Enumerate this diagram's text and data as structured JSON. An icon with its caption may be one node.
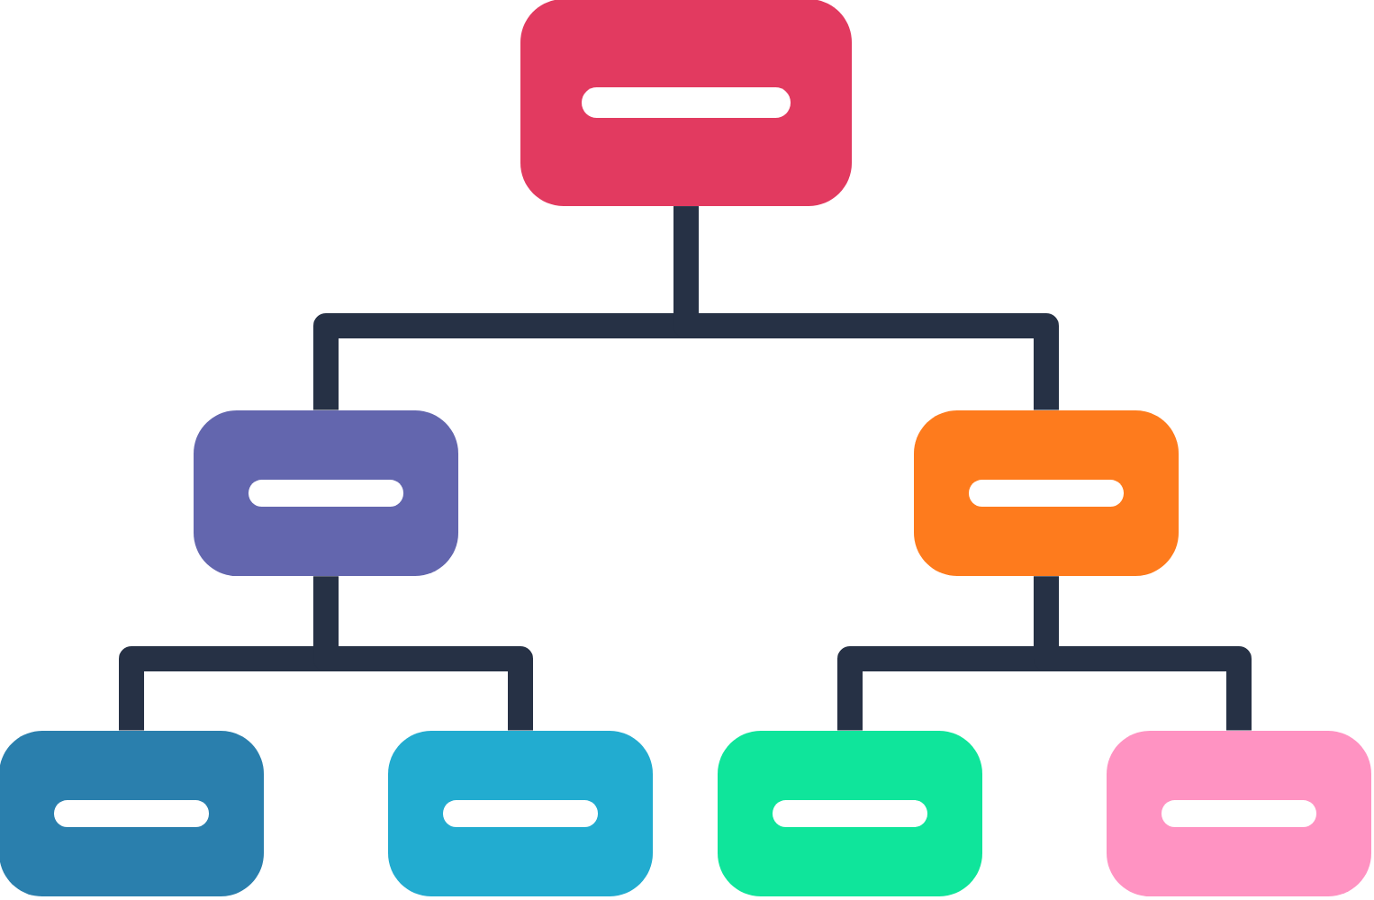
{
  "diagram": {
    "nodes": [
      {
        "text": [],
        "shape": "box"
      },
      {
        "text": [],
        "shape": "box"
      },
      {
        "text": [],
        "shape": "box"
      },
      {
        "text": [],
        "shape": "box"
      },
      {
        "text": [],
        "shape": "box"
      },
      {
        "text": [],
        "shape": "box"
      },
      {
        "text": [],
        "shape": "box"
      }
    ],
    "edges": [
      {
        "from": 0,
        "to": 1,
        "arrow": "none"
      },
      {
        "from": 0,
        "to": 2,
        "arrow": "none"
      },
      {
        "from": 1,
        "to": 3,
        "arrow": "none"
      },
      {
        "from": 1,
        "to": 4,
        "arrow": "none"
      },
      {
        "from": 2,
        "to": 5,
        "arrow": "none"
      },
      {
        "from": 2,
        "to": 6,
        "arrow": "none"
      }
    ]
  }
}
